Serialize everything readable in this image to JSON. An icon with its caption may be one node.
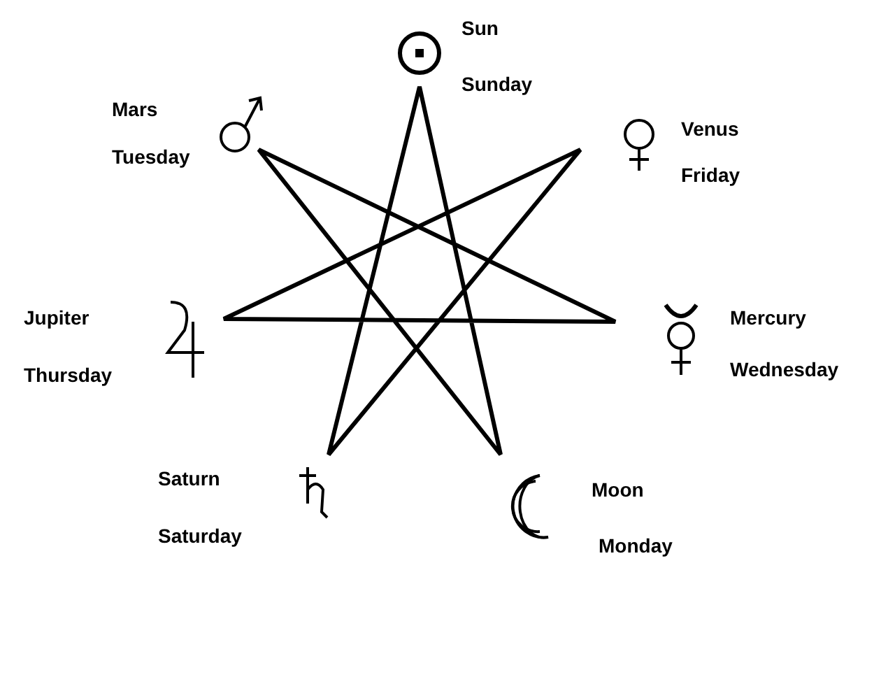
{
  "diagram": {
    "labels": [
      "Sun",
      "Sunday",
      "Mars",
      "Tuesday",
      "Venus",
      "Friday",
      "Jupiter",
      "Thursday",
      "Mercury",
      "Wednesday",
      "Saturn",
      "Saturday",
      "Moon",
      "Monday"
    ]
  }
}
